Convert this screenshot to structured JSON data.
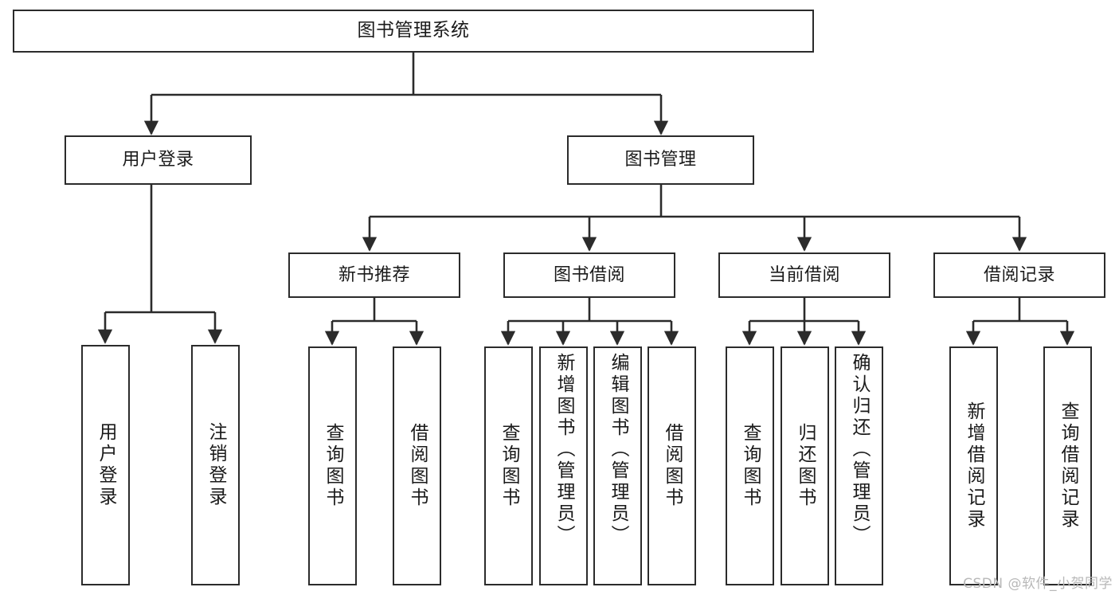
{
  "diagram": {
    "title": "图书管理系统",
    "watermark": "CSDN @软件_小贺同学",
    "colors": {
      "border": "#2b2b2b",
      "text": "#1a1a1a",
      "background": "#ffffff",
      "watermark": "#b8b8b8"
    },
    "nodes": {
      "root": {
        "label": "图书管理系统"
      },
      "level1": [
        {
          "label": "用户登录"
        },
        {
          "label": "图书管理"
        }
      ],
      "level2": [
        {
          "label": "新书推荐"
        },
        {
          "label": "图书借阅"
        },
        {
          "label": "当前借阅"
        },
        {
          "label": "借阅记录"
        }
      ],
      "leaves": {
        "user_login": [
          {
            "label": "用户登录"
          },
          {
            "label": "注销登录"
          }
        ],
        "new_book_recommend": [
          {
            "label": "查询图书"
          },
          {
            "label": "借阅图书"
          }
        ],
        "book_borrow": [
          {
            "label": "查询图书"
          },
          {
            "label": "新增图书（管理员）"
          },
          {
            "label": "编辑图书（管理员）"
          },
          {
            "label": "借阅图书"
          }
        ],
        "current_borrow": [
          {
            "label": "查询图书"
          },
          {
            "label": "归还图书"
          },
          {
            "label": "确认归还（管理员）"
          }
        ],
        "borrow_records": [
          {
            "label": "新增借阅记录"
          },
          {
            "label": "查询借阅记录"
          }
        ]
      }
    }
  }
}
